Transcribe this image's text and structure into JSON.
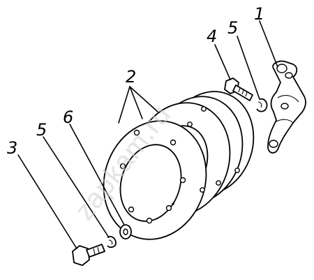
{
  "labels": {
    "l1": "1",
    "l2": "2",
    "l3": "3",
    "l4": "4",
    "l5a": "5",
    "l5b": "5",
    "l6": "6"
  },
  "watermark": "zapkam.ru",
  "colors": {
    "line": "#000000",
    "background": "#ffffff",
    "watermark": "#cfcfcf"
  }
}
